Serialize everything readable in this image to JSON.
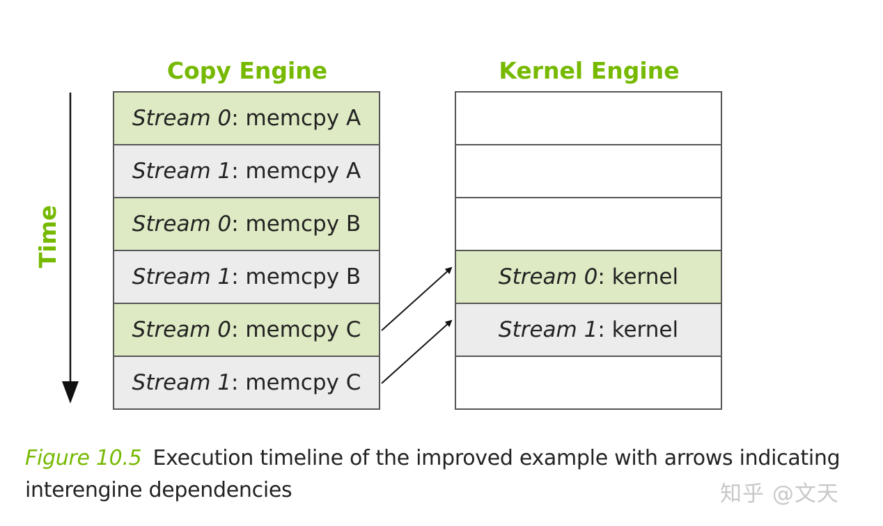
{
  "copy_engine": {
    "title": "Copy Engine",
    "rows": [
      {
        "stream": "Stream 0",
        "op": ": memcpy A",
        "kind": "s0"
      },
      {
        "stream": "Stream 1",
        "op": ": memcpy A",
        "kind": "s1"
      },
      {
        "stream": "Stream 0",
        "op": ": memcpy B",
        "kind": "s0"
      },
      {
        "stream": "Stream 1",
        "op": ": memcpy B",
        "kind": "s1"
      },
      {
        "stream": "Stream 0",
        "op": ": memcpy C",
        "kind": "s0"
      },
      {
        "stream": "Stream 1",
        "op": ": memcpy C",
        "kind": "s1"
      }
    ]
  },
  "kernel_engine": {
    "title": "Kernel Engine",
    "rows": [
      {
        "stream": "",
        "op": "",
        "kind": "empty"
      },
      {
        "stream": "",
        "op": "",
        "kind": "empty"
      },
      {
        "stream": "",
        "op": "",
        "kind": "empty"
      },
      {
        "stream": "Stream 0",
        "op": ": kernel",
        "kind": "s0"
      },
      {
        "stream": "Stream 1",
        "op": ": kernel",
        "kind": "s1"
      },
      {
        "stream": "",
        "op": "",
        "kind": "empty"
      }
    ]
  },
  "time_axis": {
    "label": "Time",
    "direction": "down"
  },
  "dependencies": [
    {
      "from": "copy_engine.rows.4",
      "to": "kernel_engine.rows.3"
    },
    {
      "from": "copy_engine.rows.5",
      "to": "kernel_engine.rows.4"
    }
  ],
  "caption": {
    "figure_label": "Figure 10.5",
    "text": "Execution timeline of the improved example with arrows indicating interengine dependencies"
  },
  "watermark": "知乎 @文天",
  "colors": {
    "accent": "#76b900",
    "stream0_fill": "#deeac3",
    "stream1_fill": "#ececec",
    "border": "#555555"
  }
}
